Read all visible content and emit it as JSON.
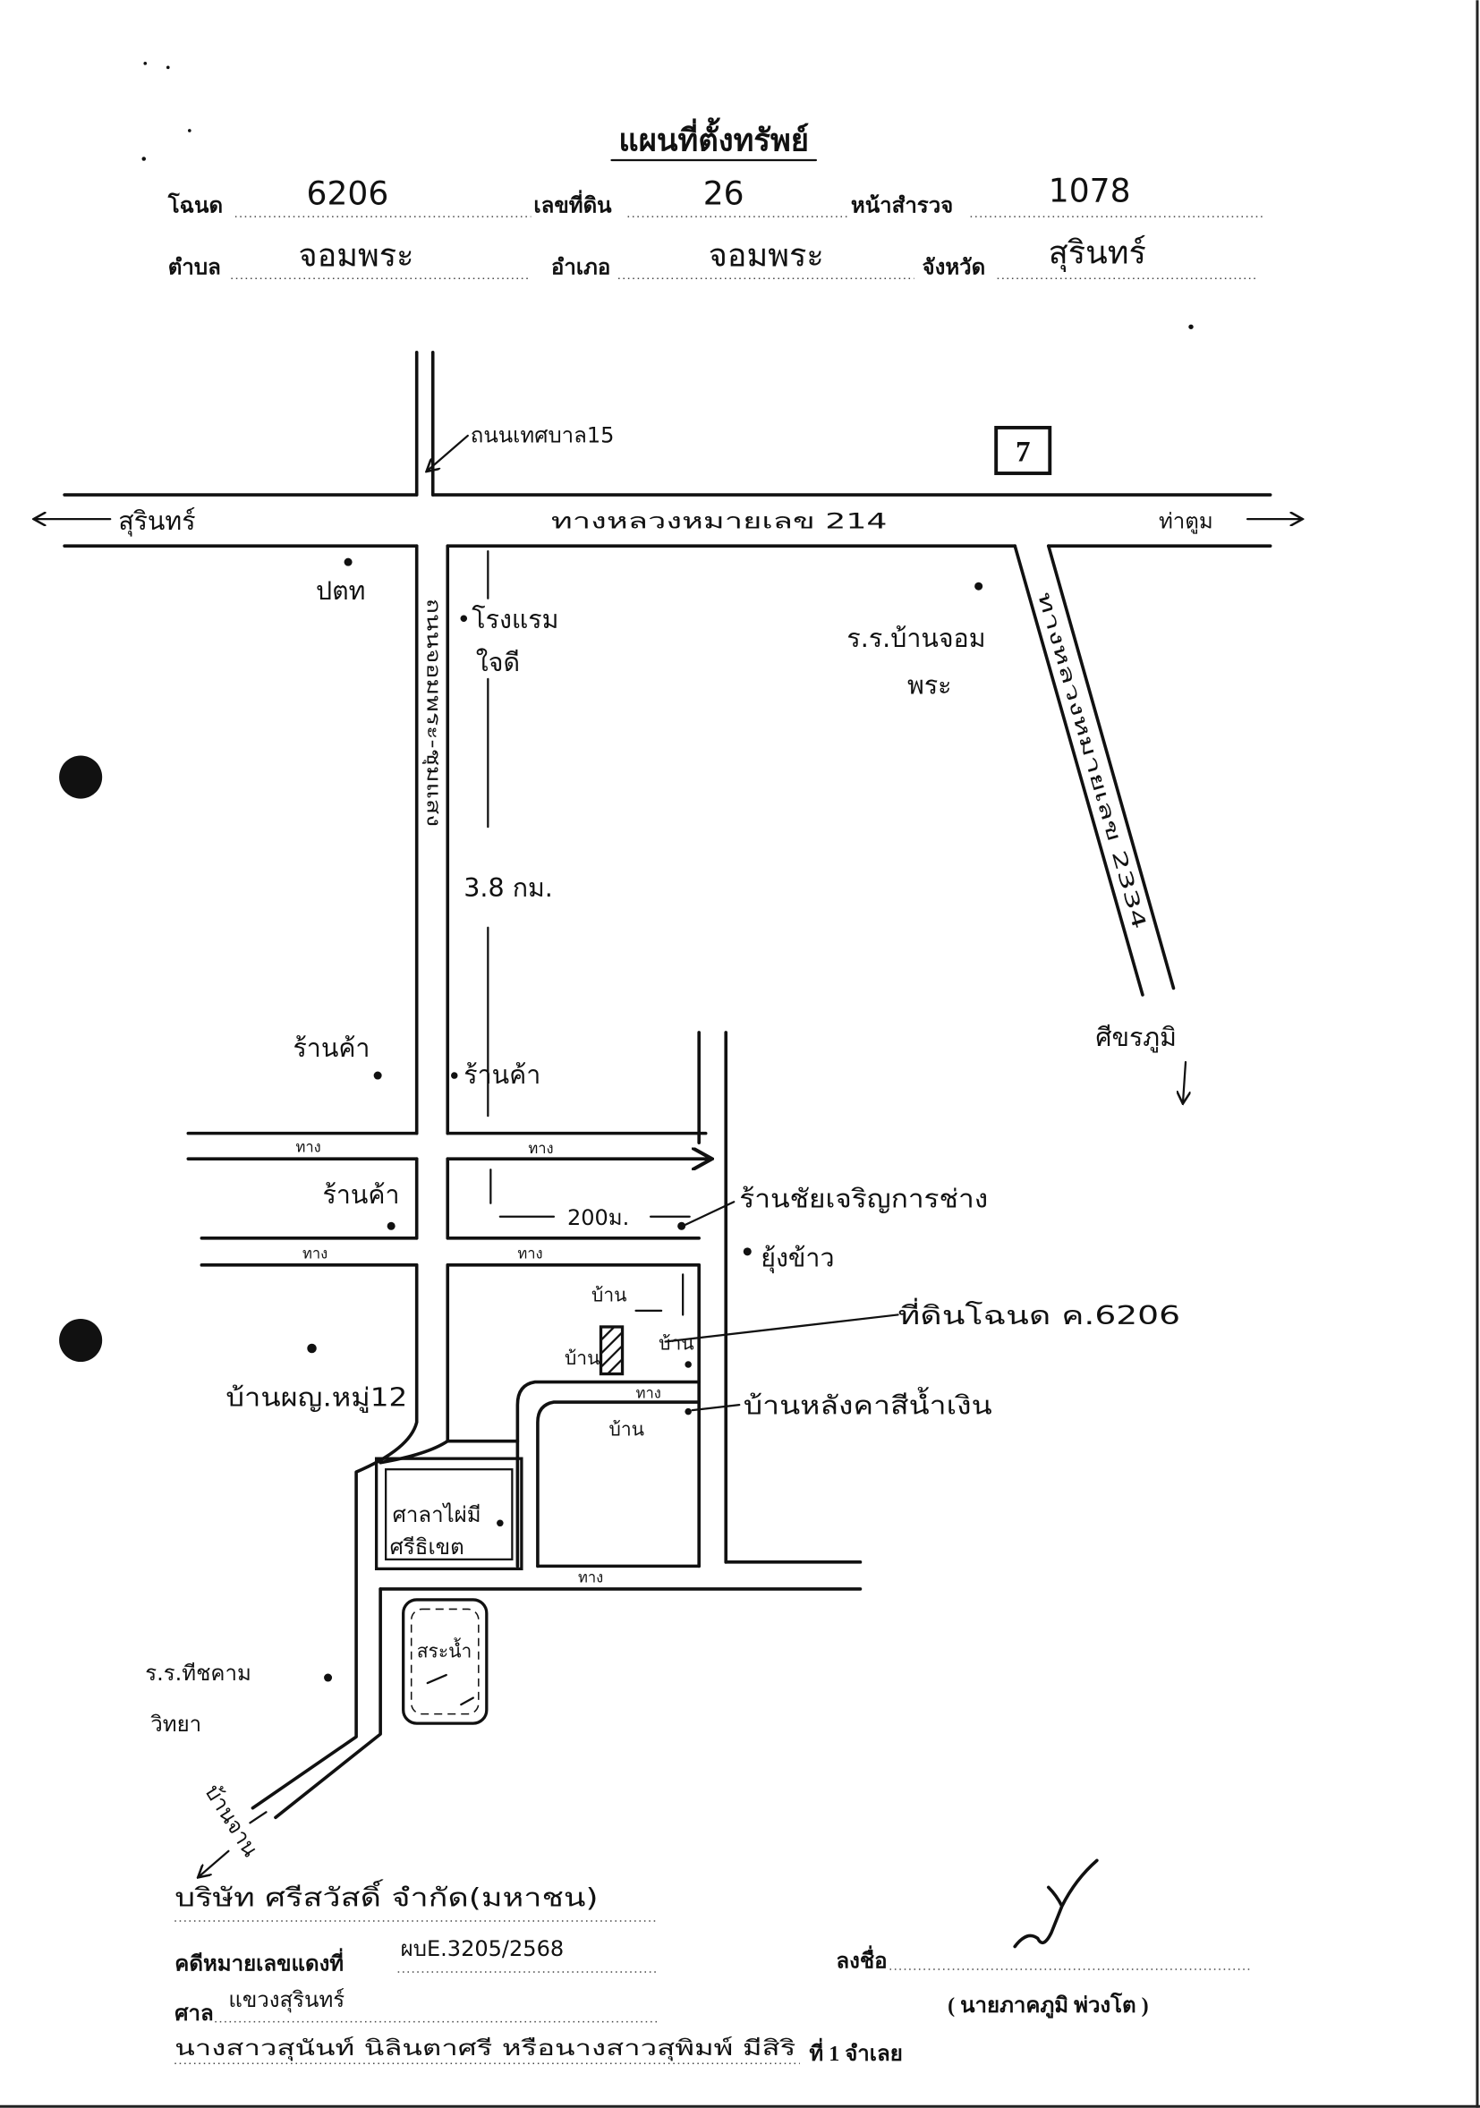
{
  "document": {
    "title": "แผนที่ตั้งทรัพย์"
  },
  "header": {
    "deed_label": "โฉนด",
    "deed_value": "6206",
    "land_no_label": "เลขที่ดิน",
    "land_no_value": "26",
    "survey_page_label": "หน้าสำรวจ",
    "survey_page_value": "1078",
    "subdistrict_label": "ตำบล",
    "subdistrict_value": "จอมพระ",
    "district_label": "อำเภอ",
    "district_value": "จอมพระ",
    "province_label": "จังหวัด",
    "province_value": "สุรินทร์"
  },
  "map": {
    "highway_214": "ทางหลวงหมายเลข 214",
    "direction_left": "สุรินทร์",
    "direction_right": "ท่าตูม",
    "route_marker": "7",
    "municipal_road": "ถนนเทศบาล15",
    "local_road": "ถนนจอมพระ-ชุมแสง",
    "highway_2334": "ทางหลวงหมายเลข 2334",
    "direction_highway_2334": "ศีขรภูมิ",
    "direction_bottom_left": "บ้านจาน",
    "distance": "3.8 กม.",
    "lane_distance": "200ม.",
    "lane_label": "ทาง",
    "landmarks": {
      "gas_station": "ปตท",
      "hotel_line1": "โรงแรม",
      "hotel_line2": "ใจดี",
      "school_top_line1": "ร.ร.บ้านจอม",
      "school_top_line2": "พระ",
      "shop": "ร้านค้า",
      "repair_shop": "ร้านชัยเจริญการช่าง",
      "rice_barn": "ยุ้งข้าว",
      "house": "บ้าน",
      "subject_property": "ที่ดินโฉนด ค.6206",
      "blue_roof_house": "บ้านหลังคาสีน้ำเงิน",
      "headman_house": "บ้านผญ.หมู่12",
      "shrine_line1": "ศาลาไผ่มี",
      "shrine_line2": "ศรีธิเขต",
      "pond": "สระน้ำ",
      "school_bottom_line1": "ร.ร.ทีชคาม",
      "school_bottom_line2": "วิทยา"
    }
  },
  "footer": {
    "plaintiff": "บริษัท ศรีสวัสดิ์ จำกัด(มหาชน)",
    "case_label": "คดีหมายเลขแดงที่",
    "case_number": "ผบE.3205/2568",
    "signature_label": "ลงชื่อ",
    "signer_name": "( นายภาคภูมิ พ่วงโต )",
    "court_label": "ศาล",
    "court_name": "แขวงสุรินทร์",
    "defendant": "นางสาวสุนันท์ นิลินตาศรี หรือนางสาวสุพิมพ์ มีสิริ",
    "defendant_suffix": "ที่ 1 จำเลย"
  },
  "colors": {
    "ink": "#111111",
    "paper": "#ffffff"
  }
}
